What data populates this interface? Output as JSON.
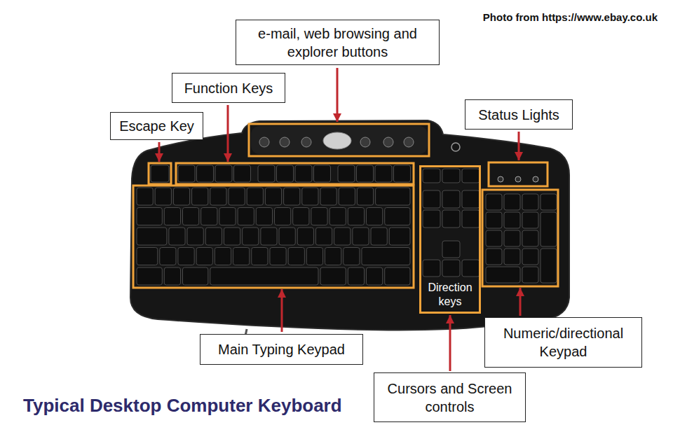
{
  "diagram": {
    "title": "Typical Desktop Computer Keyboard",
    "nodes": [
      {
        "text": [
          "e-mail, web browsing and explorer buttons"
        ]
      },
      {
        "text": [
          "Function Keys"
        ]
      },
      {
        "text": [
          "Escape Key"
        ]
      },
      {
        "text": [
          "Status Lights"
        ]
      },
      {
        "text": [
          "Direction keys"
        ]
      },
      {
        "text": [
          "Main Typing Keypad"
        ]
      },
      {
        "text": [
          "Cursors and Screen controls"
        ]
      },
      {
        "text": [
          "Numeric/directional Keypad"
        ]
      }
    ],
    "edges": [
      {
        "from": 6,
        "to": 4,
        "arrow": "to"
      }
    ],
    "labels": [
      "Photo from https://www.ebay.co.uk"
    ]
  }
}
